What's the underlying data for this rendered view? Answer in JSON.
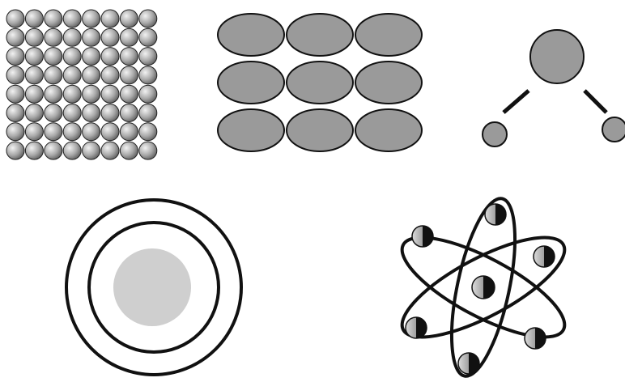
{
  "diagram": {
    "panels": [
      {
        "id": "sphere-grid",
        "rows": 8,
        "cols": 8
      },
      {
        "id": "ellipse-grid",
        "rows": 3,
        "cols": 3
      },
      {
        "id": "molecule",
        "atoms": 3,
        "bonds": 2
      },
      {
        "id": "bohr-atom",
        "shells": 2,
        "nucleus": 1
      },
      {
        "id": "orbital-atom",
        "orbits": 3,
        "electrons": 6,
        "nucleus": 1
      }
    ],
    "colors": {
      "stroke": "#111111",
      "fill_gray": "#9a9a9a",
      "fill_light": "#cfcfcf",
      "sphere_light": "#eeeeee",
      "sphere_dark": "#666666",
      "background": "#ffffff"
    }
  }
}
